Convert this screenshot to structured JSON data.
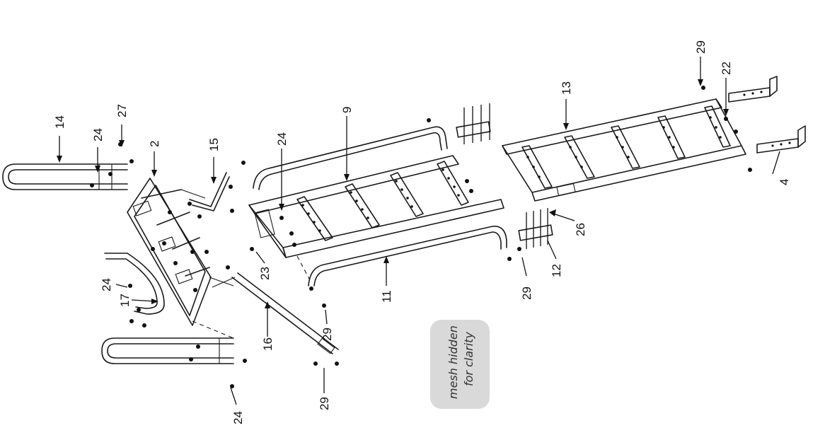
{
  "note": {
    "line1": "mesh hidden",
    "line2": "for clarity"
  },
  "callouts": [
    {
      "id": "c-14",
      "label": "14"
    },
    {
      "id": "c-27",
      "label": "27"
    },
    {
      "id": "c-24a",
      "label": "24"
    },
    {
      "id": "c-2",
      "label": "2"
    },
    {
      "id": "c-15",
      "label": "15"
    },
    {
      "id": "c-24b",
      "label": "24"
    },
    {
      "id": "c-9",
      "label": "9"
    },
    {
      "id": "c-13",
      "label": "13"
    },
    {
      "id": "c-29a",
      "label": "29"
    },
    {
      "id": "c-22",
      "label": "22"
    },
    {
      "id": "c-4",
      "label": "4"
    },
    {
      "id": "c-26",
      "label": "26"
    },
    {
      "id": "c-12",
      "label": "12"
    },
    {
      "id": "c-29b",
      "label": "29"
    },
    {
      "id": "c-11",
      "label": "11"
    },
    {
      "id": "c-29c",
      "label": "29"
    },
    {
      "id": "c-23",
      "label": "23"
    },
    {
      "id": "c-16",
      "label": "16"
    },
    {
      "id": "c-29d",
      "label": "29"
    },
    {
      "id": "c-24c",
      "label": "24"
    },
    {
      "id": "c-17",
      "label": "17"
    },
    {
      "id": "c-24d",
      "label": "24"
    }
  ]
}
